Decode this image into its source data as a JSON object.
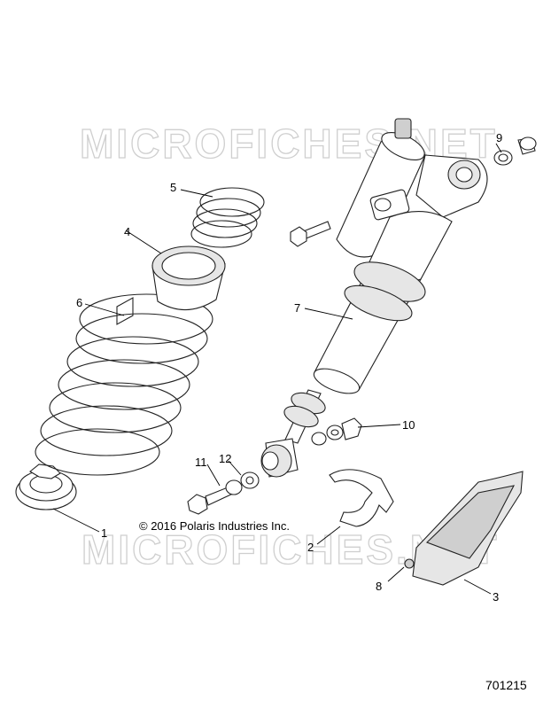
{
  "watermark": {
    "text": "MICROFICHES.NET"
  },
  "copyright": "© 2016 Polaris Industries Inc.",
  "part_number": "701215",
  "callouts": [
    {
      "id": "1",
      "label": "1"
    },
    {
      "id": "2",
      "label": "2"
    },
    {
      "id": "3",
      "label": "3"
    },
    {
      "id": "4",
      "label": "4"
    },
    {
      "id": "5",
      "label": "5"
    },
    {
      "id": "6",
      "label": "6"
    },
    {
      "id": "7",
      "label": "7"
    },
    {
      "id": "8",
      "label": "8"
    },
    {
      "id": "9",
      "label": "9"
    },
    {
      "id": "10",
      "label": "10"
    },
    {
      "id": "11",
      "label": "11"
    },
    {
      "id": "12",
      "label": "12"
    }
  ]
}
